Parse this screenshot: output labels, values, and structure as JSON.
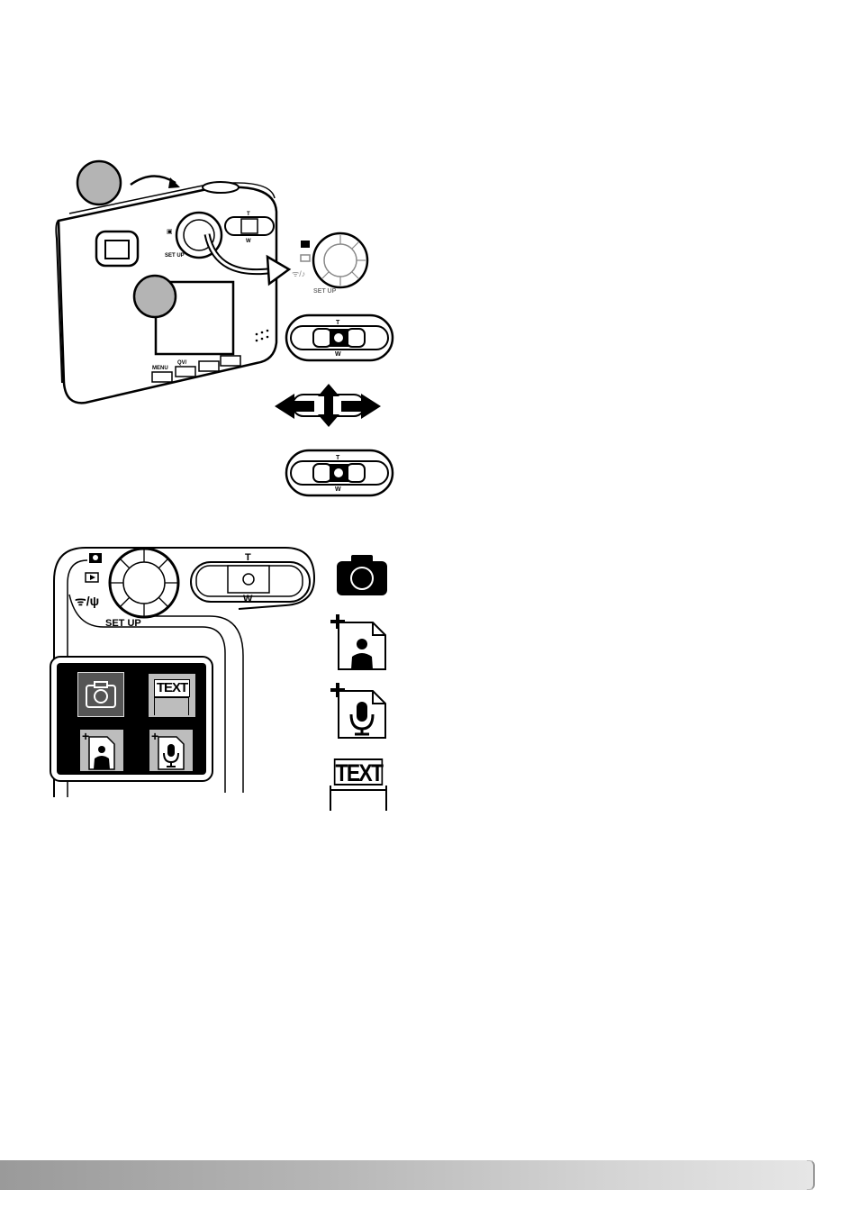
{
  "camera": {
    "top_labels": [
      "T",
      "W"
    ],
    "dial_label": "SET UP",
    "buttons": [
      "MENU",
      "QV/"
    ]
  },
  "dial_detail": {
    "label": "SET UP"
  },
  "zoom_switch": {
    "tele": "T",
    "wide": "W"
  },
  "panel": {
    "dial_label": "SET UP",
    "zoom_tele": "T",
    "zoom_wide": "W"
  },
  "menu_grid": {
    "text_tile": "TEXT"
  },
  "legend": {
    "text_icon": "TEXT"
  },
  "colors": {
    "footer_start": "#9a9a9a",
    "footer_end": "#e6e6e6",
    "selected_tile": "#555555"
  }
}
